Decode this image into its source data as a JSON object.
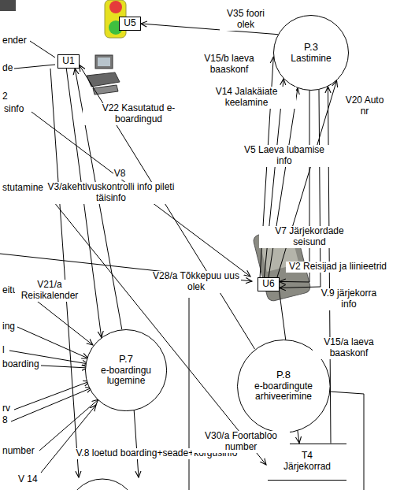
{
  "diagram": {
    "nodes": [
      {
        "text": [
          "U5"
        ]
      },
      {
        "text": [
          "U1"
        ]
      },
      {
        "text": [
          "P.3",
          "Lastimine"
        ]
      },
      {
        "text": [
          "U6"
        ]
      },
      {
        "text": [
          "P.7",
          "e-boardingu lugemine"
        ]
      },
      {
        "text": [
          "P.8",
          "e-boardingute arhiveerimine"
        ]
      },
      {
        "text": [
          "T4",
          "Järjekorrad"
        ]
      }
    ],
    "edges": [
      {
        "from": 2,
        "to": 0,
        "label": "V35 foori olek",
        "arrow": "to"
      },
      {
        "from": 3,
        "to": 2,
        "label": "V15/b laeva baaskonf",
        "arrow": "to"
      },
      {
        "from": 3,
        "to": 2,
        "label": "V14 Jalakäiate keelamine",
        "arrow": "to"
      },
      {
        "from": 3,
        "to": 2,
        "label": "V5 Laeva lubamise info",
        "arrow": "to"
      },
      {
        "from": 3,
        "to": 2,
        "label": "V20 Auto nr",
        "arrow": "to"
      },
      {
        "from": 2,
        "to": 3,
        "label": "V7 Järjekordade seisund",
        "arrow": "to"
      },
      {
        "from": 2,
        "to": 3,
        "label": "V2 Reisijad ja liinieetrid",
        "arrow": "to"
      },
      {
        "from": 6,
        "to": 2,
        "label": "V.9 järjekorra info",
        "arrow": "to"
      },
      {
        "from": 3,
        "to": 6,
        "label": "V15/a laeva baaskonf",
        "arrow": "to"
      },
      {
        "from": 5,
        "to": 1,
        "label": "V22 Kasutatud e-boardingud",
        "arrow": "to"
      },
      {
        "from": 4,
        "to": 1,
        "label": "V8",
        "arrow": "to"
      },
      {
        "from": 1,
        "to": 4,
        "label": "V3/akehtivuskontrolli info pileti täisinfo",
        "arrow": "to"
      }
    ],
    "labels": [
      "ender",
      "de",
      "2",
      "sinfo",
      "stutamine",
      "eitus",
      "V21/a Reisikalender",
      "V28/a Tõkkepuu uus olek",
      "ing",
      "l",
      "boarding",
      "rv",
      "8",
      "number",
      "V 14",
      "V.8 loetud boarding+seade+korgusinfo",
      "V30/a Foortabloo number"
    ]
  }
}
